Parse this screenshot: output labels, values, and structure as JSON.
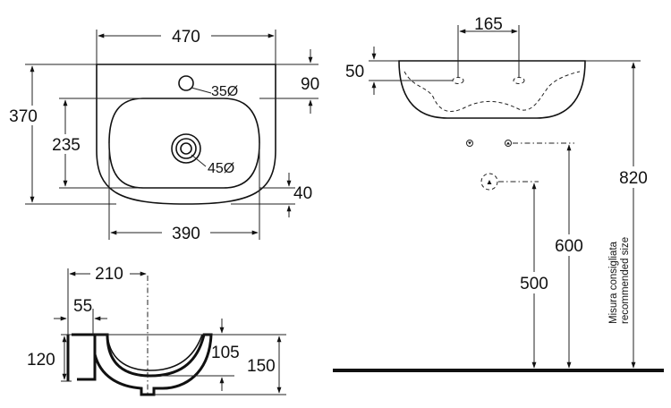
{
  "top_view": {
    "width": "470",
    "depth": "370",
    "bowl_width": "390",
    "bowl_depth": "235",
    "top_offset": "90",
    "bottom_offset": "40",
    "tap_hole": "35Ø",
    "drain_hole": "45Ø"
  },
  "section_view": {
    "depth": "210",
    "tap_offset": "55",
    "back_height": "120",
    "bowl_height": "105",
    "total_height": "150"
  },
  "front_view": {
    "tap_spacing": "165",
    "rim_height": "50",
    "installation_height": "820",
    "pipe_height_upper": "600",
    "pipe_height_lower": "500",
    "note_it": "Misura consigliata",
    "note_en": "recommended size"
  }
}
